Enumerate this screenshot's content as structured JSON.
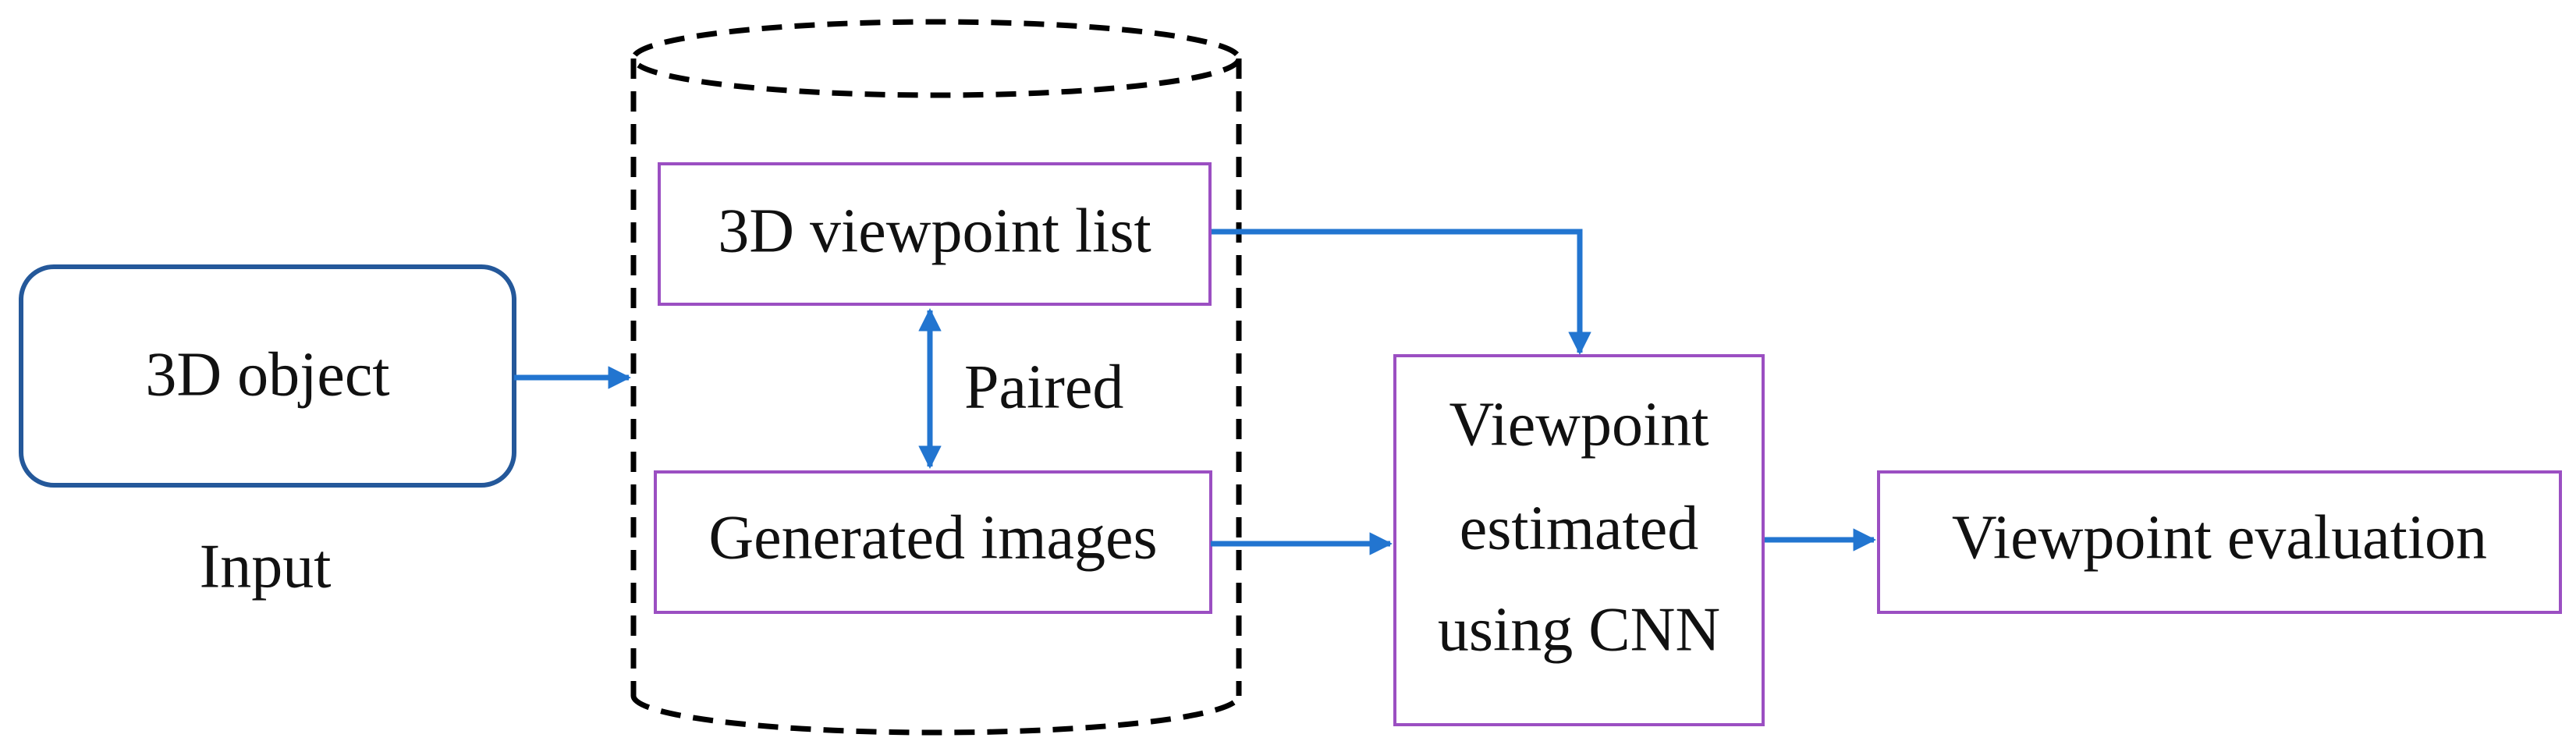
{
  "nodes": {
    "input_object": {
      "label": "3D object"
    },
    "input_caption": {
      "label": "Input"
    },
    "viewpoint_list": {
      "label": "3D viewpoint list"
    },
    "paired_label": {
      "label": "Paired"
    },
    "generated_images": {
      "label": "Generated images"
    },
    "cnn_estimator": {
      "lines": [
        "Viewpoint",
        "estimated",
        "using CNN"
      ]
    },
    "evaluation": {
      "label": "Viewpoint evaluation"
    }
  },
  "colors": {
    "arrow": "#2275d0",
    "input_box_border": "#24589a",
    "process_box_border": "#9b4fc2",
    "database_outline": "#000000",
    "text": "#111111"
  }
}
